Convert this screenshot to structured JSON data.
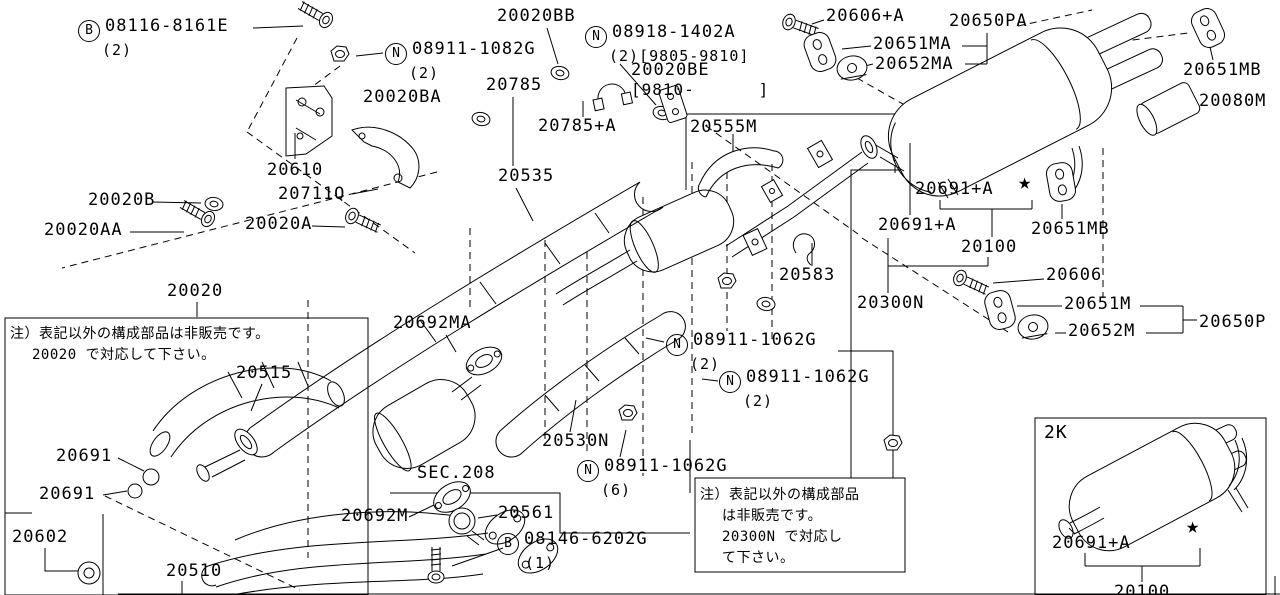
{
  "colors": {
    "line": "#000000",
    "background": "#ffffff"
  },
  "star": "★",
  "section_ref": "SEC.208",
  "inset": {
    "code": "2K"
  },
  "notes": {
    "note1_line1": "注）表記以外の構成部品は非販売です。",
    "note1_line2": "20020 で対応して下さい。",
    "note2_line1": "注）表記以外の構成部品",
    "note2_line2": "は非販売です。",
    "note2_line3": "20300N で対応し",
    "note2_line4": "て下さい。"
  },
  "labels": {
    "b08116": {
      "prefix": "B",
      "number": "08116-8161E",
      "qty": "(2)"
    },
    "n08911_1082": {
      "prefix": "N",
      "number": "08911-1082G",
      "qty": "(2)"
    },
    "p20020bb": {
      "number": "20020BB"
    },
    "n08918_1402": {
      "prefix": "N",
      "number": "08918-1402A",
      "qty": "(2)[9805-9810]"
    },
    "p20020be": {
      "number": "20020BE",
      "range": "[9810-      ]"
    },
    "p20785": {
      "number": "20785"
    },
    "p20020ba": {
      "number": "20020BA"
    },
    "p20785a": {
      "number": "20785+A"
    },
    "p20555m": {
      "number": "20555M"
    },
    "p20606a": {
      "number": "20606+A"
    },
    "p20650pa": {
      "number": "20650PA"
    },
    "p20651ma": {
      "number": "20651MA"
    },
    "p20652ma": {
      "number": "20652MA"
    },
    "p20651mb_top": {
      "number": "20651MB"
    },
    "p20080m": {
      "number": "20080M"
    },
    "p20610": {
      "number": "20610"
    },
    "p20711q": {
      "number": "20711Q"
    },
    "p20020b": {
      "number": "20020B"
    },
    "p20020aa": {
      "number": "20020AA"
    },
    "p20020a": {
      "number": "20020A"
    },
    "p20020": {
      "number": "20020"
    },
    "p20515": {
      "number": "20515"
    },
    "p20535": {
      "number": "20535"
    },
    "p20691_1": {
      "number": "20691"
    },
    "p20691_2": {
      "number": "20691"
    },
    "p20602": {
      "number": "20602"
    },
    "p20510": {
      "number": "20510"
    },
    "p20692ma": {
      "number": "20692MA"
    },
    "p20692m": {
      "number": "20692M"
    },
    "p20561": {
      "number": "20561"
    },
    "b08146": {
      "prefix": "B",
      "number": "08146-6202G",
      "qty": "(1)"
    },
    "p20530n": {
      "number": "20530N"
    },
    "n1062a": {
      "prefix": "N",
      "number": "08911-1062G",
      "qty": "(2)"
    },
    "n1062b": {
      "prefix": "N",
      "number": "08911-1062G",
      "qty": "(2)"
    },
    "n1062c": {
      "prefix": "N",
      "number": "08911-1062G",
      "qty": "(6)"
    },
    "p20583": {
      "number": "20583"
    },
    "p20300n": {
      "number": "20300N"
    },
    "p20691a_1": {
      "number": "20691+A"
    },
    "p20691a_2": {
      "number": "20691+A"
    },
    "p20100": {
      "number": "20100"
    },
    "p20651mb_mid": {
      "number": "20651MB"
    },
    "p20606": {
      "number": "20606"
    },
    "p20651m": {
      "number": "20651M"
    },
    "p20652m": {
      "number": "20652M"
    },
    "p20650p": {
      "number": "20650P"
    },
    "inset_20691a": {
      "number": "20691+A"
    },
    "inset_20100": {
      "number": "20100"
    }
  }
}
